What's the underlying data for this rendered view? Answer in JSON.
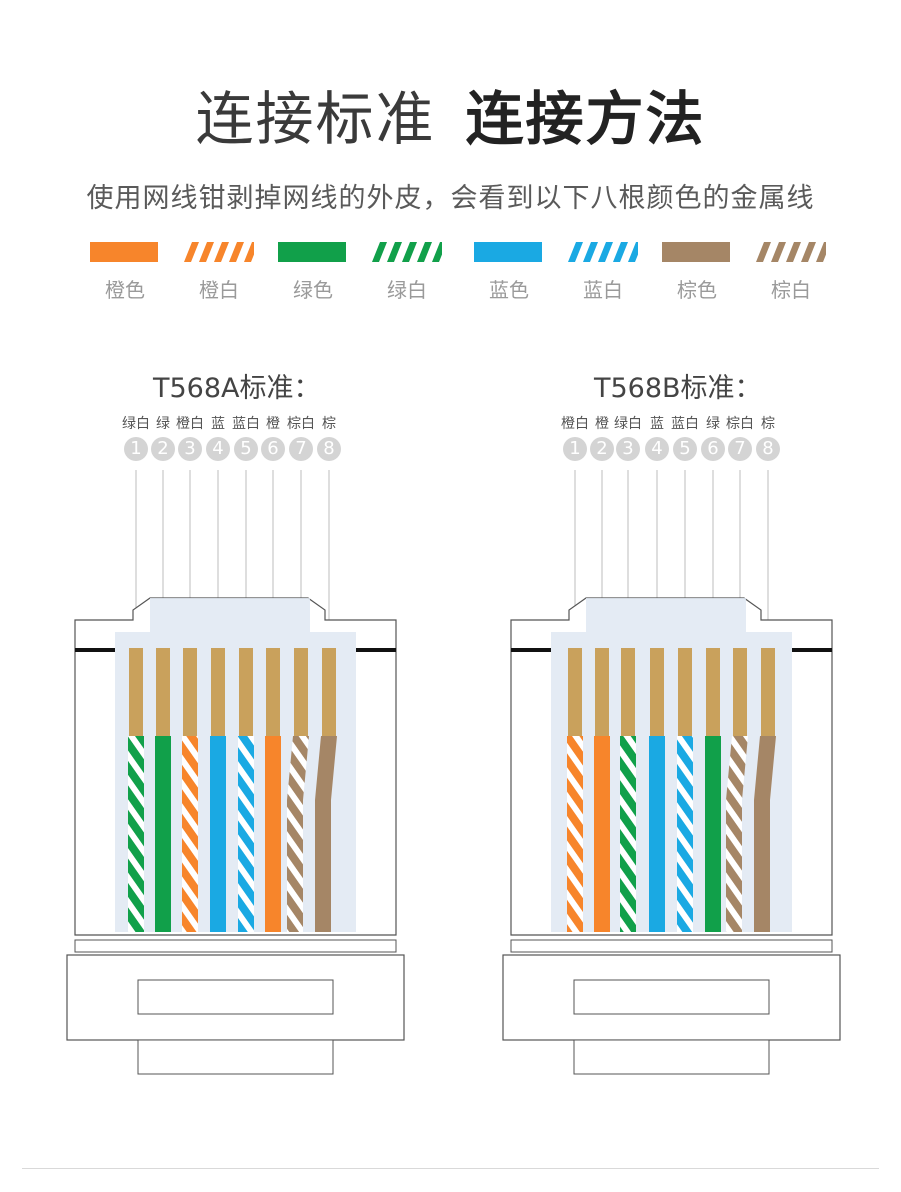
{
  "header": {
    "title_light": "连接标准",
    "title_bold": "连接方法",
    "subtitle": "使用网线钳剥掉网线的外皮，会看到以下八根颜色的金属线"
  },
  "colors": {
    "orange": "#f7852b",
    "green": "#11a04a",
    "blue": "#1aa9e3",
    "brown": "#a58666",
    "copper": "#c9a15c",
    "clear_plastic": "#dfe8f2",
    "outline": "#555555"
  },
  "legend": [
    {
      "label": "橙色",
      "color": "orange",
      "striped": false
    },
    {
      "label": "橙白",
      "color": "orange",
      "striped": true
    },
    {
      "label": "绿色",
      "color": "green",
      "striped": false
    },
    {
      "label": "绿白",
      "color": "green",
      "striped": true
    },
    {
      "label": "蓝色",
      "color": "blue",
      "striped": false
    },
    {
      "label": "蓝白",
      "color": "blue",
      "striped": true
    },
    {
      "label": "棕色",
      "color": "brown",
      "striped": false
    },
    {
      "label": "棕白",
      "color": "brown",
      "striped": true
    }
  ],
  "standards": [
    {
      "title": "T568A标准：",
      "pins": [
        {
          "num": "1",
          "label": "绿白",
          "color": "green",
          "striped": true
        },
        {
          "num": "2",
          "label": "绿",
          "color": "green",
          "striped": false
        },
        {
          "num": "3",
          "label": "橙白",
          "color": "orange",
          "striped": true
        },
        {
          "num": "4",
          "label": "蓝",
          "color": "blue",
          "striped": false
        },
        {
          "num": "5",
          "label": "蓝白",
          "color": "blue",
          "striped": true
        },
        {
          "num": "6",
          "label": "橙",
          "color": "orange",
          "striped": false
        },
        {
          "num": "7",
          "label": "棕白",
          "color": "brown",
          "striped": true
        },
        {
          "num": "8",
          "label": "棕",
          "color": "brown",
          "striped": false
        }
      ]
    },
    {
      "title": "T568B标准：",
      "pins": [
        {
          "num": "1",
          "label": "橙白",
          "color": "orange",
          "striped": true
        },
        {
          "num": "2",
          "label": "橙",
          "color": "orange",
          "striped": false
        },
        {
          "num": "3",
          "label": "绿白",
          "color": "green",
          "striped": true
        },
        {
          "num": "4",
          "label": "蓝",
          "color": "blue",
          "striped": false
        },
        {
          "num": "5",
          "label": "蓝白",
          "color": "blue",
          "striped": true
        },
        {
          "num": "6",
          "label": "绿",
          "color": "green",
          "striped": false
        },
        {
          "num": "7",
          "label": "棕白",
          "color": "brown",
          "striped": true
        },
        {
          "num": "8",
          "label": "棕",
          "color": "brown",
          "striped": false
        }
      ]
    }
  ]
}
